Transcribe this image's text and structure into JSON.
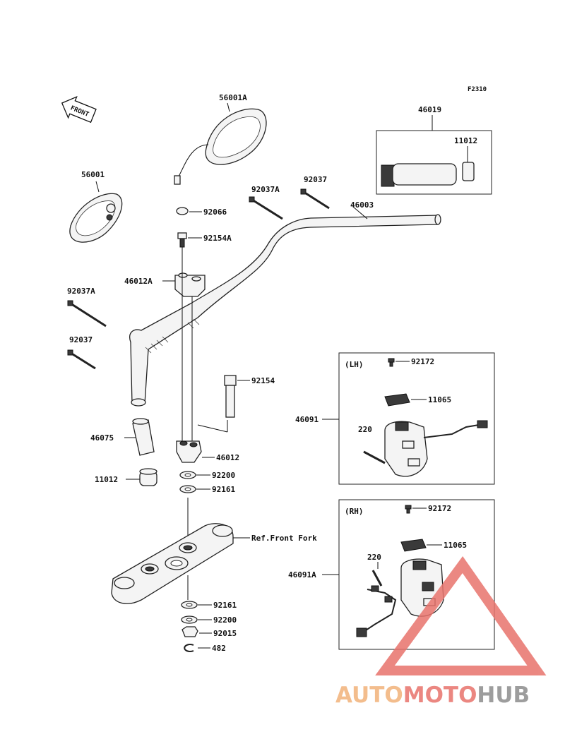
{
  "figure_code": "F2310",
  "front_marker": "FRONT",
  "labels": {
    "mirror_right": "56001A",
    "mirror_left": "56001",
    "grip_assy": "46019",
    "end_cap_top": "11012",
    "bolt_92037a_top": "92037A",
    "bolt_92037_top": "92037",
    "handlebar": "46003",
    "cap_92066": "92066",
    "bolt_92154a": "92154A",
    "holder_upper": "46012A",
    "bolt_92037a_left": "92037A",
    "bolt_92037_left": "92037",
    "bolt_92154": "92154",
    "grip_left": "46075",
    "holder_lower": "46012",
    "end_cap_left": "11012",
    "washer_92200_a": "92200",
    "washer_92161_a": "92161",
    "ref_front_fork": "Ref.Front Fork",
    "washer_92161_b": "92161",
    "washer_92200_b": "92200",
    "nut_92015": "92015",
    "clip_482": "482",
    "switch_lh_box": "(LH)",
    "switch_lh": "46091",
    "screw_lh": "92172",
    "cover_lh": "11065",
    "bolt_lh": "220",
    "switch_rh_box": "(RH)",
    "switch_rh": "46091A",
    "screw_rh": "92172",
    "cover_rh": "11065",
    "bolt_rh": "220"
  },
  "watermark": {
    "part1": "AUTO",
    "part2": "MOTO",
    "part3": "HUB",
    "colors": {
      "part1": "#f2b27a",
      "part2": "#e8736c",
      "part3": "#8c8c8c",
      "triangle": "#e8736c"
    }
  }
}
